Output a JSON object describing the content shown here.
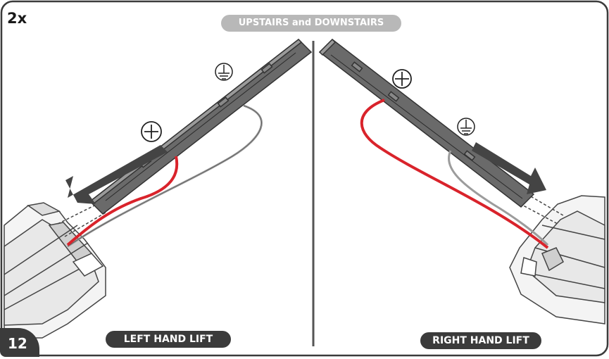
{
  "header": {
    "count_label": "2x",
    "title": "UPSTAIRS and DOWNSTAIRS"
  },
  "panels": {
    "left_label": "LEFT HAND LIFT",
    "right_label": "RIGHT HAND LIFT"
  },
  "step_number": "12",
  "colors": {
    "frame": "#3b3b3b",
    "cable_live": "#d9232b",
    "cable_earth": "#9c9c9c",
    "rail": "#6a6a6a",
    "arrow": "#444444"
  },
  "icons": [
    "ground-icon",
    "plus-icon",
    "arrow-icon"
  ]
}
